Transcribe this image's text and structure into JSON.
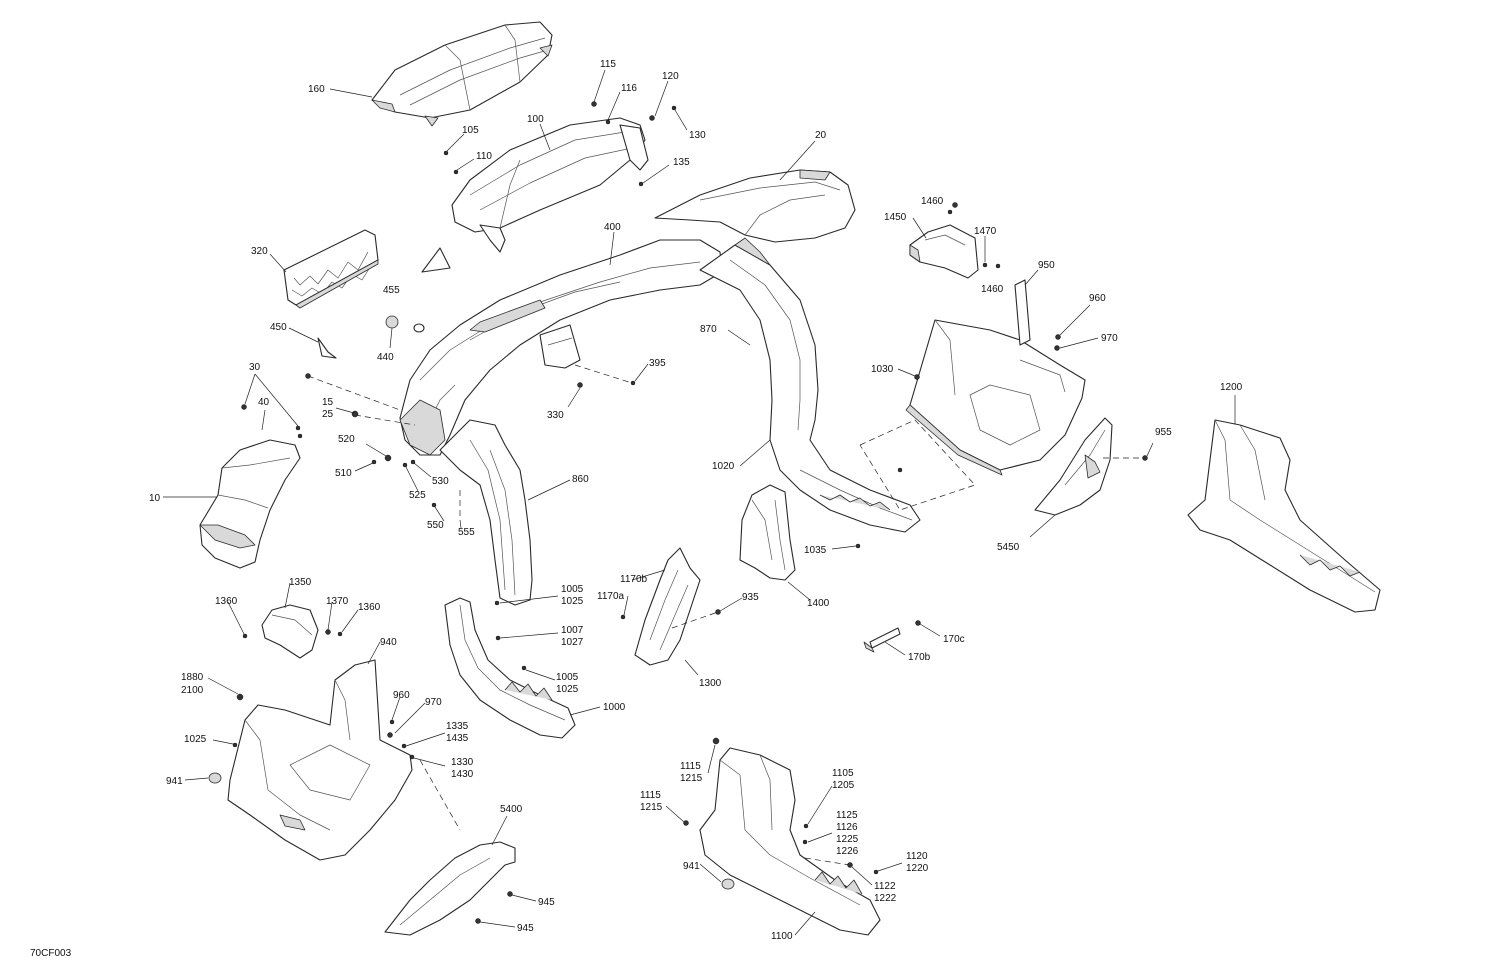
{
  "drawing_code": "70CF003",
  "callouts": [
    {
      "id": "c160",
      "lines": [
        "160"
      ]
    },
    {
      "id": "c115",
      "lines": [
        "115"
      ]
    },
    {
      "id": "c116",
      "lines": [
        "116"
      ]
    },
    {
      "id": "c120",
      "lines": [
        "120"
      ]
    },
    {
      "id": "c130",
      "lines": [
        "130"
      ]
    },
    {
      "id": "c105",
      "lines": [
        "105"
      ]
    },
    {
      "id": "c100",
      "lines": [
        "100"
      ]
    },
    {
      "id": "c110",
      "lines": [
        "110"
      ]
    },
    {
      "id": "c135",
      "lines": [
        "135"
      ]
    },
    {
      "id": "c20",
      "lines": [
        "20"
      ]
    },
    {
      "id": "c1460a",
      "lines": [
        "1460"
      ]
    },
    {
      "id": "c1450",
      "lines": [
        "1450"
      ]
    },
    {
      "id": "c1470",
      "lines": [
        "1470"
      ]
    },
    {
      "id": "c1460b",
      "lines": [
        "1460"
      ]
    },
    {
      "id": "c400",
      "lines": [
        "400"
      ]
    },
    {
      "id": "c950",
      "lines": [
        "950"
      ]
    },
    {
      "id": "c320",
      "lines": [
        "320"
      ]
    },
    {
      "id": "c455",
      "lines": [
        "455"
      ]
    },
    {
      "id": "c960a",
      "lines": [
        "960"
      ]
    },
    {
      "id": "c970a",
      "lines": [
        "970"
      ]
    },
    {
      "id": "c450",
      "lines": [
        "450"
      ]
    },
    {
      "id": "c440",
      "lines": [
        "440"
      ]
    },
    {
      "id": "c870",
      "lines": [
        "870"
      ]
    },
    {
      "id": "c395",
      "lines": [
        "395"
      ]
    },
    {
      "id": "c1030",
      "lines": [
        "1030"
      ]
    },
    {
      "id": "c1200",
      "lines": [
        "1200"
      ]
    },
    {
      "id": "c30",
      "lines": [
        "30"
      ]
    },
    {
      "id": "c40",
      "lines": [
        "40"
      ]
    },
    {
      "id": "c15",
      "lines": [
        "15"
      ]
    },
    {
      "id": "c25",
      "lines": [
        "25"
      ]
    },
    {
      "id": "c330",
      "lines": [
        "330"
      ]
    },
    {
      "id": "c520",
      "lines": [
        "520"
      ]
    },
    {
      "id": "c955",
      "lines": [
        "955"
      ]
    },
    {
      "id": "c510",
      "lines": [
        "510"
      ]
    },
    {
      "id": "c530",
      "lines": [
        "530"
      ]
    },
    {
      "id": "c1020",
      "lines": [
        "1020"
      ]
    },
    {
      "id": "c525",
      "lines": [
        "525"
      ]
    },
    {
      "id": "c860",
      "lines": [
        "860"
      ]
    },
    {
      "id": "c10",
      "lines": [
        "10"
      ]
    },
    {
      "id": "c550",
      "lines": [
        "550"
      ]
    },
    {
      "id": "c555",
      "lines": [
        "555"
      ]
    },
    {
      "id": "c5450",
      "lines": [
        "5450"
      ]
    },
    {
      "id": "c1035",
      "lines": [
        "1035"
      ]
    },
    {
      "id": "c1170b",
      "lines": [
        "1170b"
      ]
    },
    {
      "id": "c1005a",
      "lines": [
        "1005",
        "1025"
      ]
    },
    {
      "id": "c1170a",
      "lines": [
        "1170a"
      ]
    },
    {
      "id": "c935",
      "lines": [
        "935"
      ]
    },
    {
      "id": "c1350",
      "lines": [
        "1350"
      ]
    },
    {
      "id": "c1400",
      "lines": [
        "1400"
      ]
    },
    {
      "id": "c1360a",
      "lines": [
        "1360"
      ]
    },
    {
      "id": "c1370",
      "lines": [
        "1370"
      ]
    },
    {
      "id": "c1360b",
      "lines": [
        "1360"
      ]
    },
    {
      "id": "c1007",
      "lines": [
        "1007",
        "1027"
      ]
    },
    {
      "id": "c170c",
      "lines": [
        "170c"
      ]
    },
    {
      "id": "c940",
      "lines": [
        "940"
      ]
    },
    {
      "id": "c170b",
      "lines": [
        "170b"
      ]
    },
    {
      "id": "c1005b",
      "lines": [
        "1005",
        "1025"
      ]
    },
    {
      "id": "c1300",
      "lines": [
        "1300"
      ]
    },
    {
      "id": "c1880",
      "lines": [
        "1880",
        "2100"
      ]
    },
    {
      "id": "c960b",
      "lines": [
        "960"
      ]
    },
    {
      "id": "c970b",
      "lines": [
        "970"
      ]
    },
    {
      "id": "c1000",
      "lines": [
        "1000"
      ]
    },
    {
      "id": "c1335",
      "lines": [
        "1335",
        "1435"
      ]
    },
    {
      "id": "c1025",
      "lines": [
        "1025"
      ]
    },
    {
      "id": "c1330",
      "lines": [
        "1330",
        "1430"
      ]
    },
    {
      "id": "c1115a",
      "lines": [
        "1115",
        "1215"
      ]
    },
    {
      "id": "c1105",
      "lines": [
        "1105",
        "1205"
      ]
    },
    {
      "id": "c941a",
      "lines": [
        "941"
      ]
    },
    {
      "id": "c1115b",
      "lines": [
        "1115",
        "1215"
      ]
    },
    {
      "id": "c1125",
      "lines": [
        "1125",
        "1126",
        "1225",
        "1226"
      ]
    },
    {
      "id": "c5400",
      "lines": [
        "5400"
      ]
    },
    {
      "id": "c1120",
      "lines": [
        "1120",
        "1220"
      ]
    },
    {
      "id": "c941b",
      "lines": [
        "941"
      ]
    },
    {
      "id": "c1122",
      "lines": [
        "1122",
        "1222"
      ]
    },
    {
      "id": "c945a",
      "lines": [
        "945"
      ]
    },
    {
      "id": "c945b",
      "lines": [
        "945"
      ]
    },
    {
      "id": "c1100",
      "lines": [
        "1100"
      ]
    }
  ]
}
